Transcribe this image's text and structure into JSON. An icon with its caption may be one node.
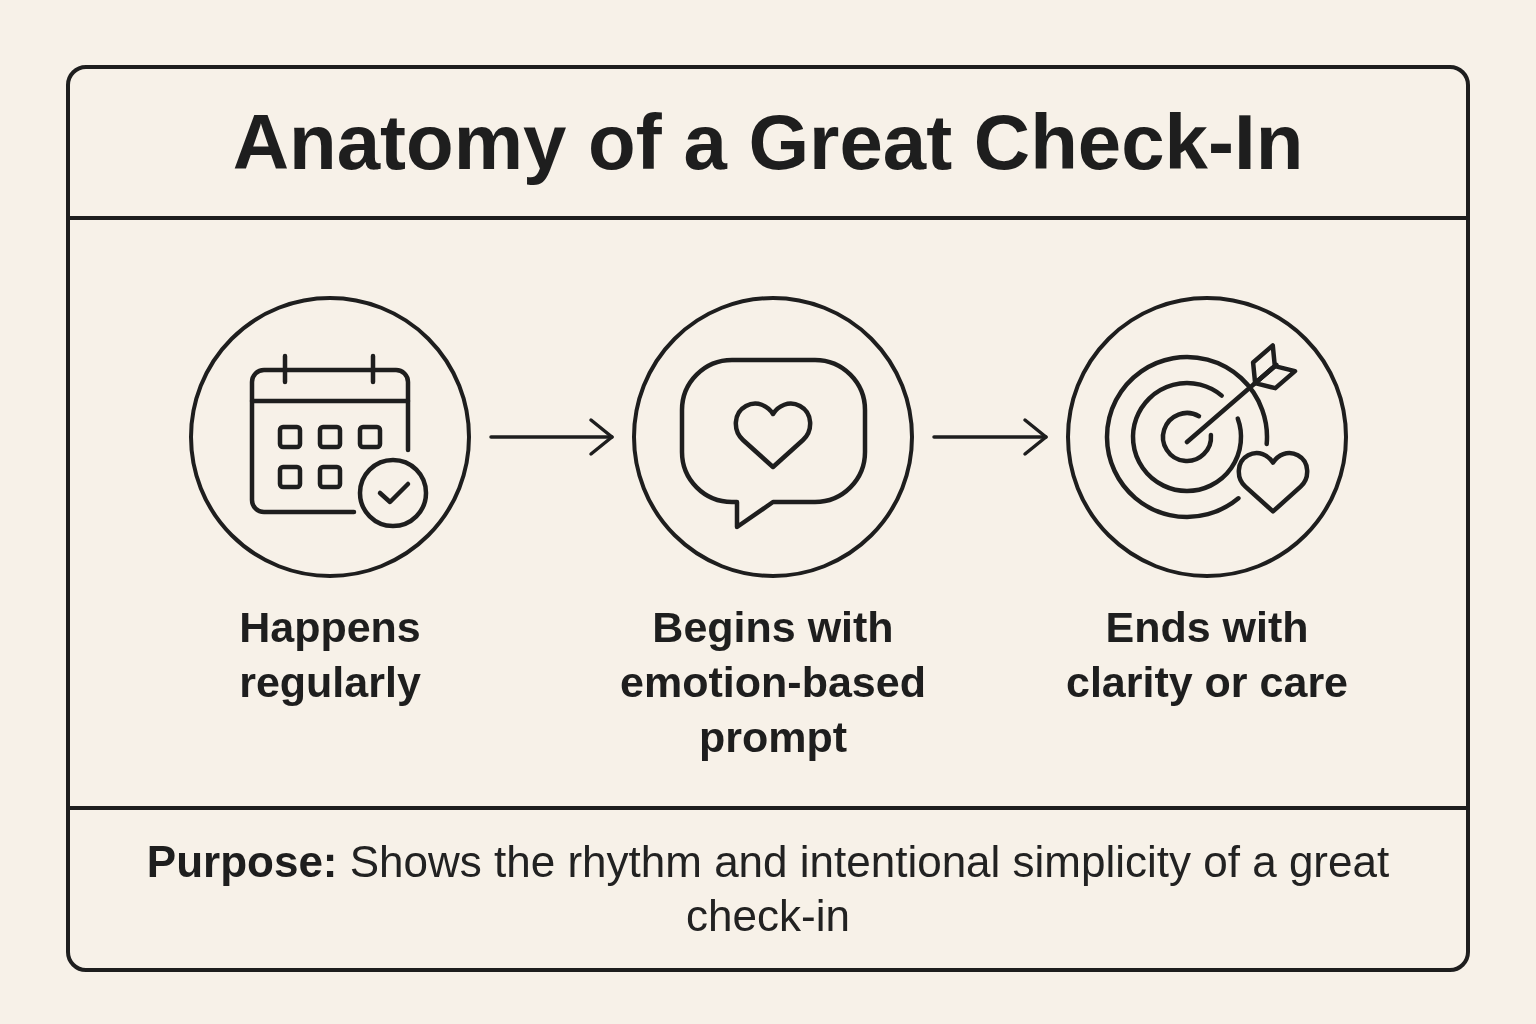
{
  "diagram": {
    "title": "Anatomy of a Great Check-In",
    "nodes": [
      {
        "text": [],
        "shape": "circle",
        "beside": [
          "Happens regularly"
        ]
      },
      {
        "text": [],
        "shape": "circle",
        "beside": [
          "Begins with emotion-based prompt"
        ]
      },
      {
        "text": [],
        "shape": "circle",
        "beside": [
          "Ends with clarity or care"
        ]
      }
    ],
    "edges": [
      {
        "from": 0,
        "to": 1,
        "arrow": "to"
      },
      {
        "from": 1,
        "to": 2,
        "arrow": "to"
      }
    ],
    "caption": "**Purpose:** Shows the rhythm and intentional simplicity of a great check-in"
  }
}
